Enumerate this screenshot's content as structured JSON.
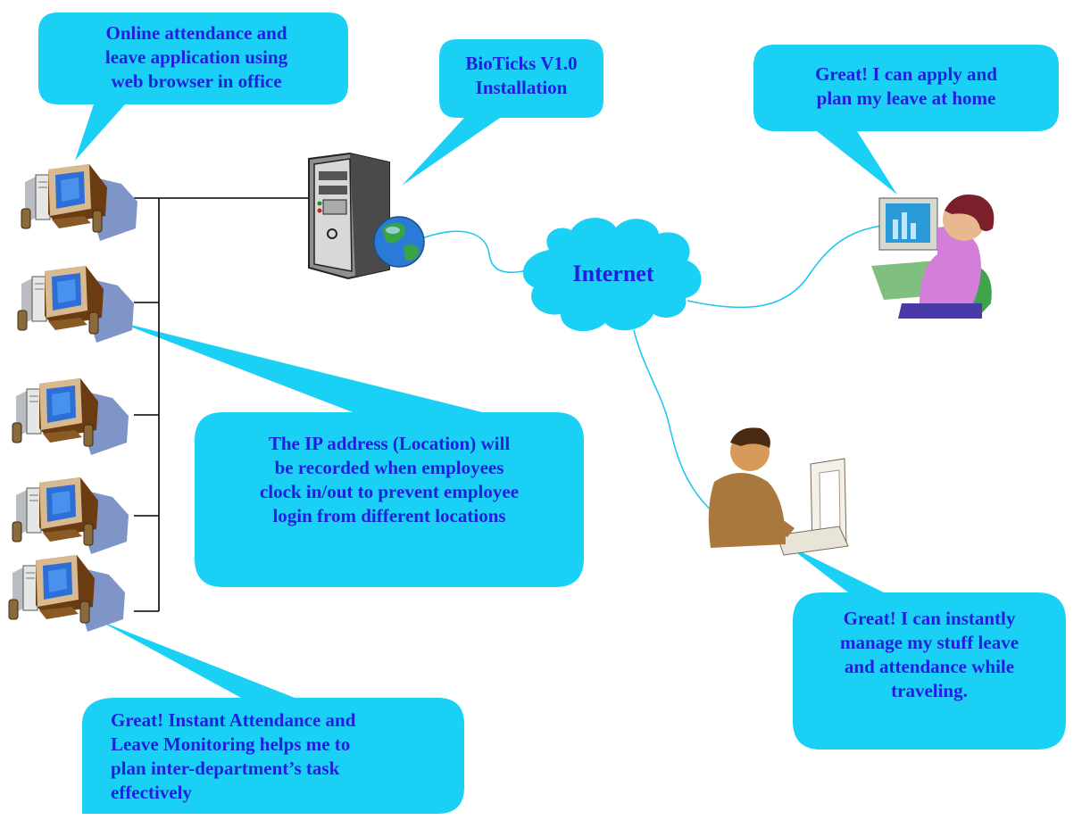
{
  "callouts": {
    "office_browser": [
      "Online attendance and",
      "leave application using",
      "web browser in office"
    ],
    "installation": [
      "BioTicks V1.0",
      "Installation"
    ],
    "home": [
      "Great! I can apply and",
      "plan my leave at home"
    ],
    "ip_recorded": [
      "The IP address (Location) will",
      "be recorded when employees",
      "clock in/out to prevent employee",
      "login from different locations"
    ],
    "traveling": [
      "Great! I can instantly",
      "manage my stuff leave",
      "and attendance while",
      "traveling."
    ],
    "monitoring": [
      "Great! Instant Attendance and",
      "Leave Monitoring helps me to",
      "plan inter-department’s task",
      "effectively"
    ]
  },
  "cloud": {
    "label": "Internet"
  },
  "colors": {
    "callout_fill": "#1ad0f5",
    "text": "#1f1fe0",
    "cable": "#22c6ee",
    "network_line": "#000000"
  },
  "icons": {
    "office_pcs": "desktop-computer-icon",
    "server": "server-tower-icon",
    "globe": "globe-icon",
    "home_user": "woman-at-computer-icon",
    "traveler": "man-at-computer-icon"
  }
}
